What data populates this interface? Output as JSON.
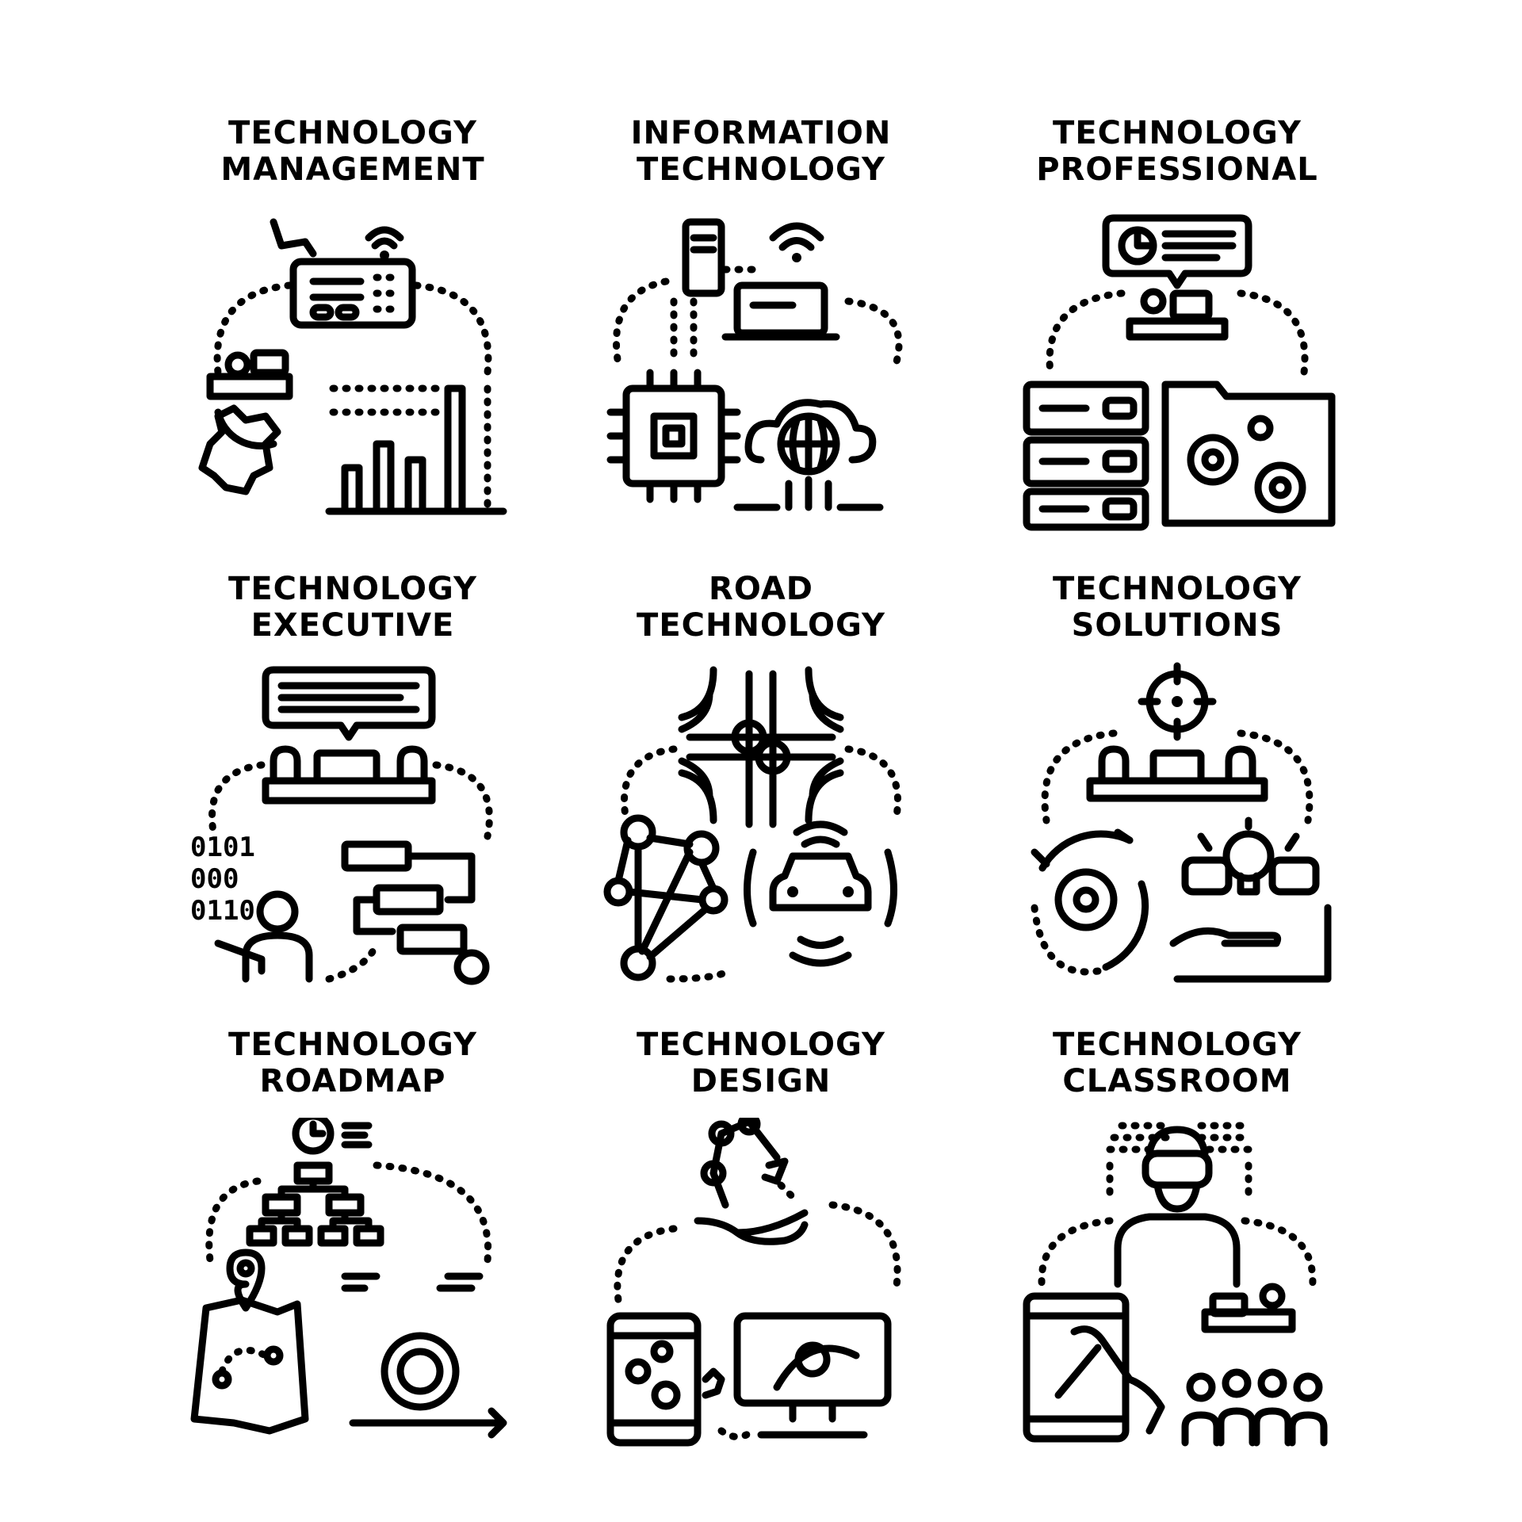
{
  "palette": {
    "ink": "#000000",
    "background": "#ffffff"
  },
  "icons": [
    {
      "title_line1": "TECHNOLOGY",
      "title_line2": "MANAGEMENT",
      "icon": "technology-management-icon"
    },
    {
      "title_line1": "INFORMATION",
      "title_line2": "TECHNOLOGY",
      "icon": "information-technology-icon"
    },
    {
      "title_line1": "TECHNOLOGY",
      "title_line2": "PROFESSIONAL",
      "icon": "technology-professional-icon"
    },
    {
      "title_line1": "TECHNOLOGY",
      "title_line2": "EXECUTIVE",
      "icon": "technology-executive-icon"
    },
    {
      "title_line1": "ROAD",
      "title_line2": "TECHNOLOGY",
      "icon": "road-technology-icon"
    },
    {
      "title_line1": "TECHNOLOGY",
      "title_line2": "SOLUTIONS",
      "icon": "technology-solutions-icon"
    },
    {
      "title_line1": "TECHNOLOGY",
      "title_line2": "ROADMAP",
      "icon": "technology-roadmap-icon"
    },
    {
      "title_line1": "TECHNOLOGY",
      "title_line2": "DESIGN",
      "icon": "technology-design-icon"
    },
    {
      "title_line1": "TECHNOLOGY",
      "title_line2": "CLASSROOM",
      "icon": "technology-classroom-icon"
    }
  ],
  "binary_text": [
    "0101",
    "000",
    "0110"
  ]
}
